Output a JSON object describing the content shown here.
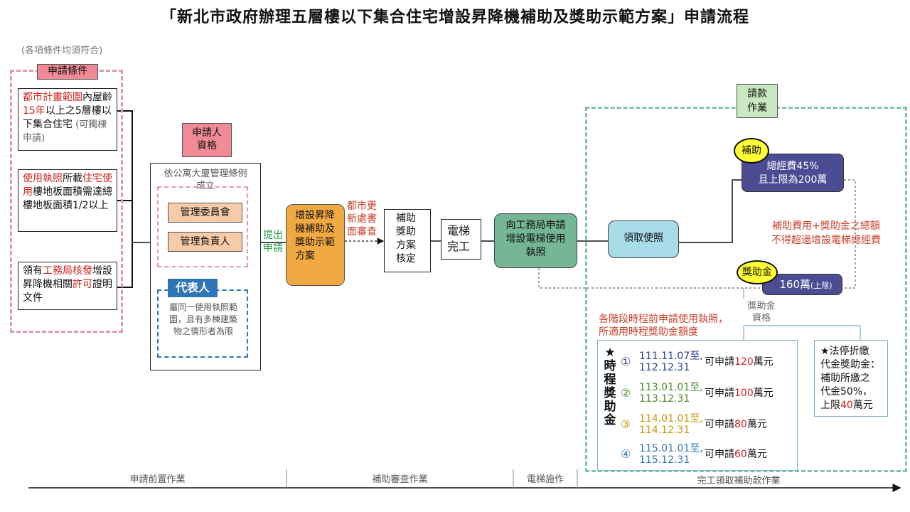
{
  "title": "「新北市政府辦理五層樓以下集合住宅增設昇降機補助及獎助示範方案」申請流程",
  "note_all_conditions": "(各項條件均須符合)",
  "conditions": {
    "tag": "申請條件",
    "c1": {
      "a": "都市計畫範圍",
      "b": "內屋齡",
      "c": "15年",
      "d": "以上之5層樓以下集合住宅",
      "e": " (可獨棟申請)"
    },
    "c2": {
      "a": "使用執照",
      "b": "所載",
      "c": "住宅使用",
      "d": "樓地板面積需達總樓地板面積1/2以上"
    },
    "c3": {
      "a": "領有",
      "b": "工務局核發",
      "c": "增設昇降機相關",
      "d": "許可",
      "e": "證明文件"
    }
  },
  "applicant": {
    "tag_line1": "申請人",
    "tag_line2": "資格",
    "heading": "依公寓大廈管理條例成立",
    "opt1": "管理委員會",
    "opt2": "管理負責人",
    "rep_tag": "代表人",
    "rep_desc": "屬同一使用執照範圍，且有多棟建築物之情形者為限"
  },
  "flow": {
    "submit_label": "提出申請",
    "plan": "增設昇降機補助及獎助示範方案",
    "review_label": "都市更新處書面審查",
    "approve": "補助獎助方案核定",
    "elevator_done": "電梯完工",
    "apply_permit": "向工務局申請增設電梯使用執照",
    "get_permit": "領取使照"
  },
  "payment": {
    "tag_line1": "請款",
    "tag_line2": "作業",
    "subsidy_tag": "補助",
    "subsidy_line1": "總經費45%",
    "subsidy_line2": "且上限為200萬",
    "cap_note_line1": "補助費用+獎助金之總額",
    "cap_note_line2": "不得超過增設電梯總經費",
    "bonus_tag": "獎助金",
    "bonus_amount": "160萬",
    "bonus_limit": "(上限)",
    "bonus_qual_line1": "獎助金",
    "bonus_qual_line2": "資格"
  },
  "schedule": {
    "note_line1": "各階段時程前申請使用執照，",
    "note_line2": "所適用時程獎助金額度",
    "star_label": [
      "★",
      "時",
      "程",
      "獎",
      "助",
      "金"
    ],
    "rows": [
      {
        "mark": "①",
        "from": "111.11.07至,",
        "to": "112.12.31",
        "pre": "可申請",
        "amount": "120",
        "unit": "萬元",
        "color": "#2a3d8f"
      },
      {
        "mark": "②",
        "from": "113.01.01至,",
        "to": "113.12.31",
        "pre": "可申請",
        "amount": "100",
        "unit": "萬元",
        "color": "#4c8a2a"
      },
      {
        "mark": "③",
        "from": "114.01.01至,",
        "to": "114.12.31",
        "pre": "可申請",
        "amount": "80",
        "unit": "萬元",
        "color": "#c9960e"
      },
      {
        "mark": "④",
        "from": "115.01.01至,",
        "to": "115.12.31",
        "pre": "可申請",
        "amount": "60",
        "unit": "萬元",
        "color": "#2e75b6"
      }
    ]
  },
  "fee_box": {
    "line1": "★法停折繳",
    "line2": "代金獎助金：",
    "line3": "補助所繳之",
    "line4": "代金50%，",
    "line5_pre": "上限",
    "line5_amt": "40",
    "line5_unit": "萬元"
  },
  "phases": [
    "申請前置作業",
    "補助審查作業",
    "電梯施作",
    "完工領取補助款作業"
  ],
  "colors": {
    "red": "#d02020",
    "orange": "#f1a942",
    "teal": "#74b696",
    "cyan": "#a6dbe7",
    "navy": "#4c4c94",
    "yellow": "#ffff33",
    "pink": "#f08a96",
    "green_text": "#2a9a4a",
    "red_text": "#c8402a"
  }
}
